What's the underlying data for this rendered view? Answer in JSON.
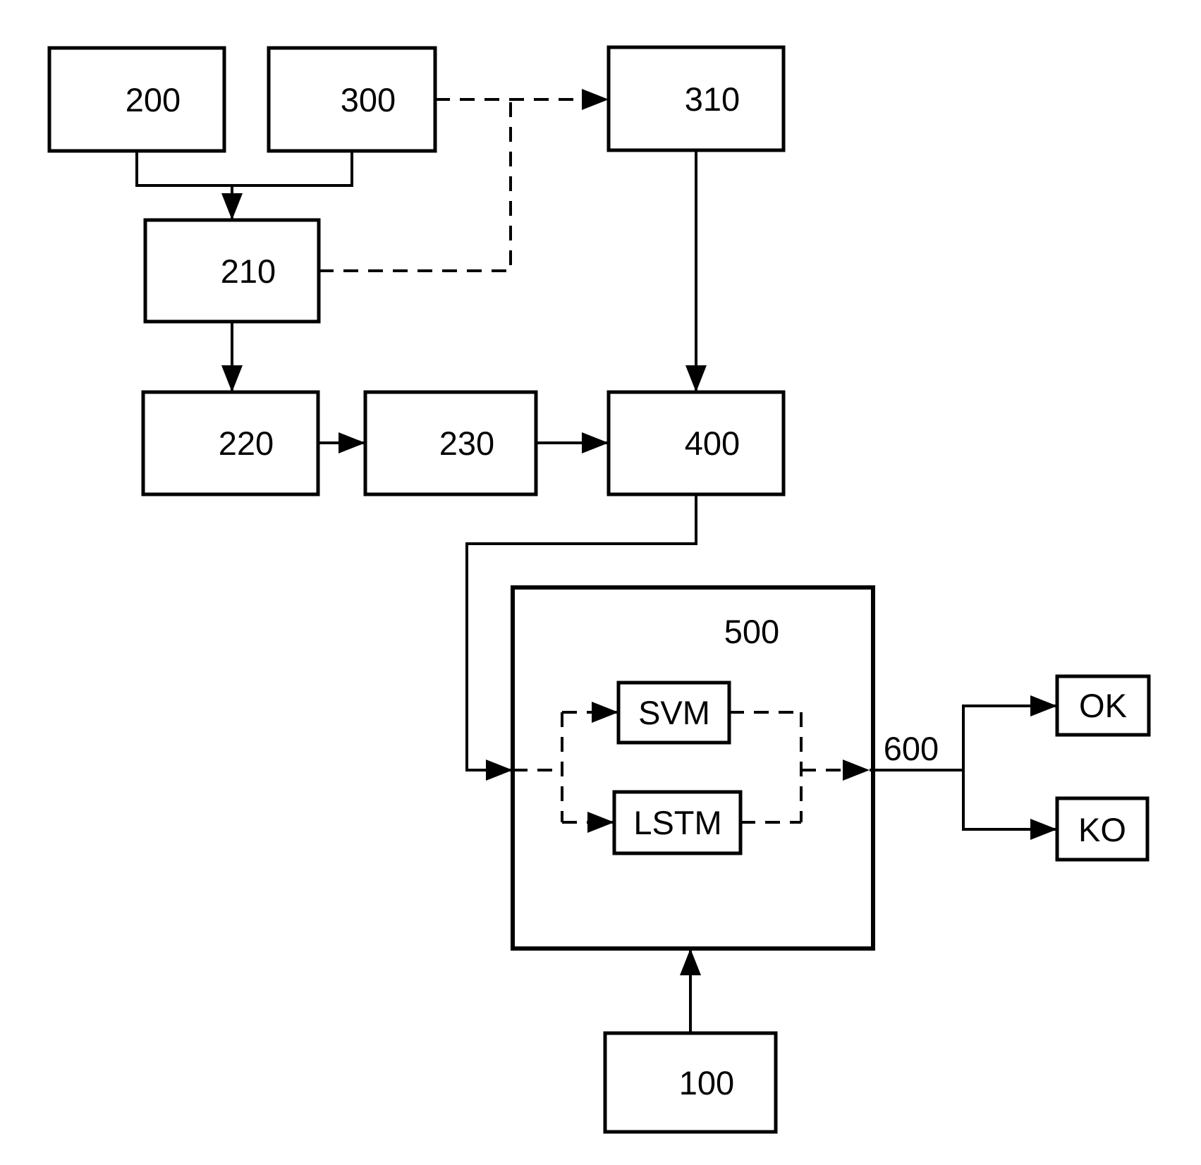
{
  "figure": {
    "type": "block-diagram",
    "background_color": "#ffffff",
    "stroke_color": "#000000",
    "nodes": {
      "n200": {
        "label": "200"
      },
      "n300": {
        "label": "300"
      },
      "n310": {
        "label": "310"
      },
      "n210": {
        "label": "210"
      },
      "n220": {
        "label": "220"
      },
      "n230": {
        "label": "230"
      },
      "n400": {
        "label": "400"
      },
      "n500": {
        "label": "500"
      },
      "svm": {
        "label": "SVM"
      },
      "lstm": {
        "label": "LSTM"
      },
      "n600": {
        "label": "600"
      },
      "ok": {
        "label": "OK"
      },
      "ko": {
        "label": "KO"
      },
      "n100": {
        "label": "100"
      }
    },
    "edges": [
      {
        "from": "200",
        "to": "210",
        "style": "solid",
        "arrow": true,
        "note": "merges with output of 300 before arrow into 210"
      },
      {
        "from": "300",
        "to": "210",
        "style": "solid",
        "arrow": true,
        "note": "merges with output of 200 before arrow into 210"
      },
      {
        "from": "300",
        "to": "310",
        "style": "dashed",
        "arrow": true
      },
      {
        "from": "210",
        "to": "300-310-line",
        "style": "dashed",
        "arrow": false,
        "note": "dashed tap joining the 300 to 310 dashed line"
      },
      {
        "from": "210",
        "to": "220",
        "style": "solid",
        "arrow": true
      },
      {
        "from": "220",
        "to": "230",
        "style": "solid",
        "arrow": true
      },
      {
        "from": "230",
        "to": "400",
        "style": "solid",
        "arrow": true
      },
      {
        "from": "310",
        "to": "400",
        "style": "solid",
        "arrow": true
      },
      {
        "from": "400",
        "to": "500",
        "style": "solid",
        "arrow": true,
        "note": "elbow down-left-down into left edge of 500"
      },
      {
        "from": "500-input",
        "to": "SVM",
        "style": "dashed",
        "arrow": true
      },
      {
        "from": "500-input",
        "to": "LSTM",
        "style": "dashed",
        "arrow": true
      },
      {
        "from": "SVM",
        "to": "500-output",
        "style": "dashed",
        "arrow": false
      },
      {
        "from": "LSTM",
        "to": "500-output",
        "style": "dashed",
        "arrow": false
      },
      {
        "from": "500",
        "to": "600-branch",
        "style": "dashed-then-solid",
        "arrow": true
      },
      {
        "from": "600-branch",
        "to": "OK",
        "style": "solid",
        "arrow": true
      },
      {
        "from": "600-branch",
        "to": "KO",
        "style": "solid",
        "arrow": true
      },
      {
        "from": "100",
        "to": "500",
        "style": "solid",
        "arrow": true
      }
    ]
  }
}
